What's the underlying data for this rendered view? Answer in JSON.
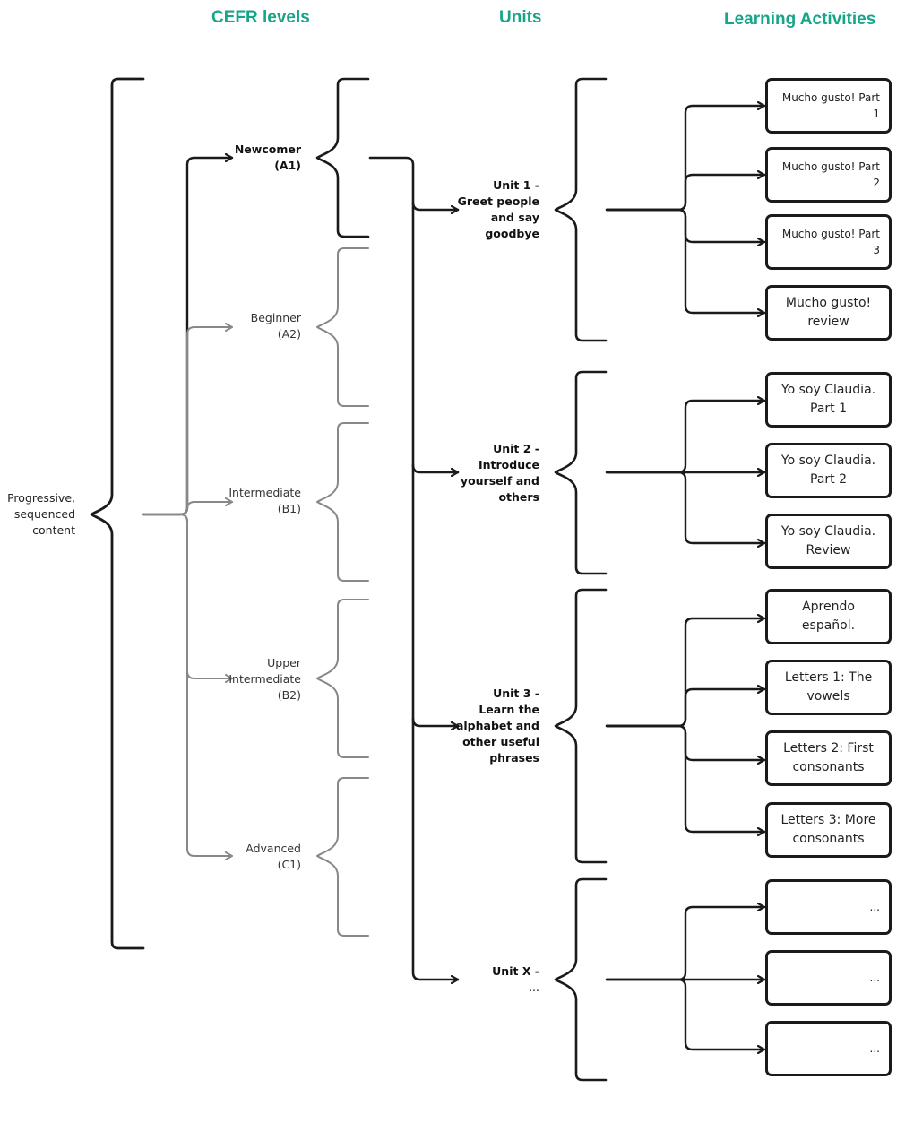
{
  "headers": {
    "cefr": "CEFR levels",
    "units": "Units",
    "activities": "Learning Activities"
  },
  "root": [
    "Progressive,",
    "sequenced",
    "content"
  ],
  "levels": [
    {
      "id": "a1",
      "lines": [
        "Newcomer",
        "(A1)"
      ],
      "active": true
    },
    {
      "id": "a2",
      "lines": [
        "Beginner",
        "(A2)"
      ],
      "active": false
    },
    {
      "id": "b1",
      "lines": [
        "Intermediate",
        "(B1)"
      ],
      "active": false
    },
    {
      "id": "b2",
      "lines": [
        "Upper",
        "Intermediate",
        "(B2)"
      ],
      "active": false
    },
    {
      "id": "c1",
      "lines": [
        "Advanced",
        "(C1)"
      ],
      "active": false
    }
  ],
  "units": [
    {
      "id": "unit-1",
      "lines": [
        "Unit 1 -",
        "Greet people",
        "and say",
        "goodbye"
      ]
    },
    {
      "id": "unit-2",
      "lines": [
        "Unit 2 -",
        "Introduce",
        "yourself and",
        "others"
      ]
    },
    {
      "id": "unit-3",
      "lines": [
        "Unit 3 -",
        "Learn the",
        "alphabet and",
        "other useful",
        "phrases"
      ]
    },
    {
      "id": "unit-x",
      "lines": [
        "Unit X -",
        "..."
      ]
    }
  ],
  "activities": [
    {
      "unit": "unit-1",
      "text": "Mucho gusto! Part 1",
      "style": "small"
    },
    {
      "unit": "unit-1",
      "text": "Mucho gusto! Part 2",
      "style": "small"
    },
    {
      "unit": "unit-1",
      "text": "Mucho gusto! Part 3",
      "style": "small"
    },
    {
      "unit": "unit-1",
      "text": "Mucho gusto! review",
      "style": "big"
    },
    {
      "unit": "unit-2",
      "text": "Yo soy Claudia. Part 1",
      "style": "big"
    },
    {
      "unit": "unit-2",
      "text": "Yo soy Claudia. Part 2",
      "style": "big"
    },
    {
      "unit": "unit-2",
      "text": "Yo soy Claudia. Review",
      "style": "big"
    },
    {
      "unit": "unit-3",
      "text": "Aprendo español.",
      "style": "big"
    },
    {
      "unit": "unit-3",
      "text": "Letters 1: The vowels",
      "style": "big"
    },
    {
      "unit": "unit-3",
      "text": "Letters 2: First consonants",
      "style": "big"
    },
    {
      "unit": "unit-3",
      "text": "Letters 3: More consonants",
      "style": "big"
    },
    {
      "unit": "unit-x",
      "text": "...",
      "style": "small"
    },
    {
      "unit": "unit-x",
      "text": "...",
      "style": "small"
    },
    {
      "unit": "unit-x",
      "text": "...",
      "style": "small"
    }
  ],
  "colors": {
    "header": "#17a589",
    "active_line": "#1a1a1a",
    "inactive_line": "#888888"
  }
}
